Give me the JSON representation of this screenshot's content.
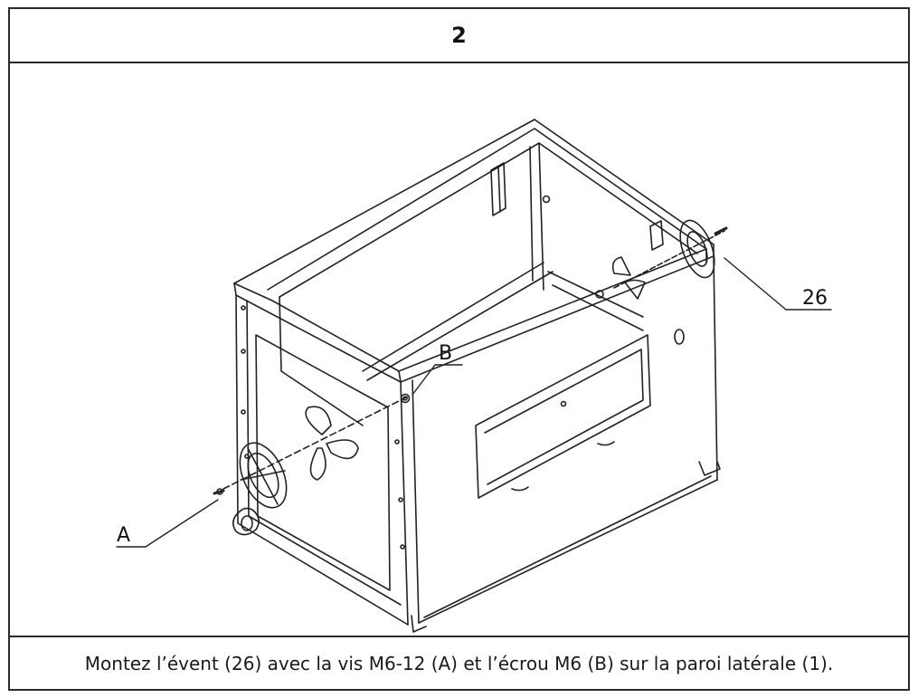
{
  "step": {
    "number": "2"
  },
  "callouts": {
    "a": "A",
    "b": "B",
    "part_26": "26"
  },
  "caption": {
    "text": "Montez l’évent (26) avec la vis M6-12 (A) et l’écrou M6 (B) sur la paroi latérale (1)."
  },
  "colors": {
    "border": "#2a2a2a",
    "line_art": "#222222",
    "text": "#1a1a1a"
  }
}
